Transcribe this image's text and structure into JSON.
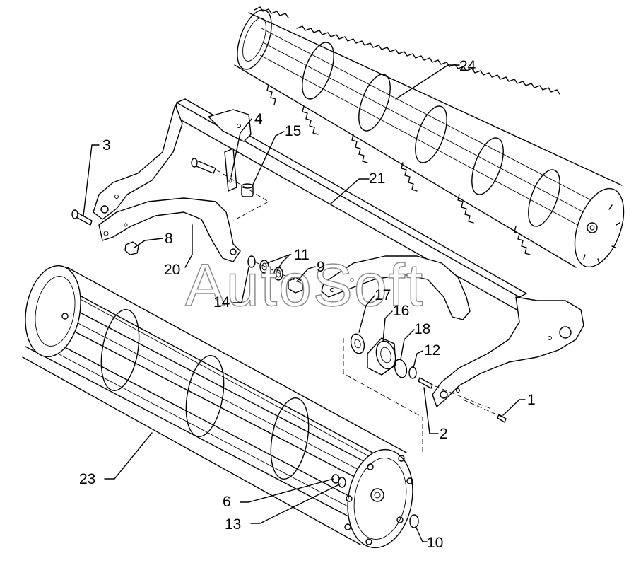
{
  "watermark": "AutoSoft",
  "callouts": [
    {
      "id": "1",
      "text": "1"
    },
    {
      "id": "2",
      "text": "2"
    },
    {
      "id": "3",
      "text": "3"
    },
    {
      "id": "4",
      "text": "4"
    },
    {
      "id": "6",
      "text": "6"
    },
    {
      "id": "8",
      "text": "8"
    },
    {
      "id": "9",
      "text": "9"
    },
    {
      "id": "10",
      "text": "10"
    },
    {
      "id": "11",
      "text": "11"
    },
    {
      "id": "12",
      "text": "12"
    },
    {
      "id": "13",
      "text": "13"
    },
    {
      "id": "14",
      "text": "14"
    },
    {
      "id": "15",
      "text": "15"
    },
    {
      "id": "16",
      "text": "16"
    },
    {
      "id": "17",
      "text": "17"
    },
    {
      "id": "18",
      "text": "18"
    },
    {
      "id": "20",
      "text": "20"
    },
    {
      "id": "21",
      "text": "21"
    },
    {
      "id": "23",
      "text": "23"
    },
    {
      "id": "24",
      "text": "24"
    }
  ]
}
